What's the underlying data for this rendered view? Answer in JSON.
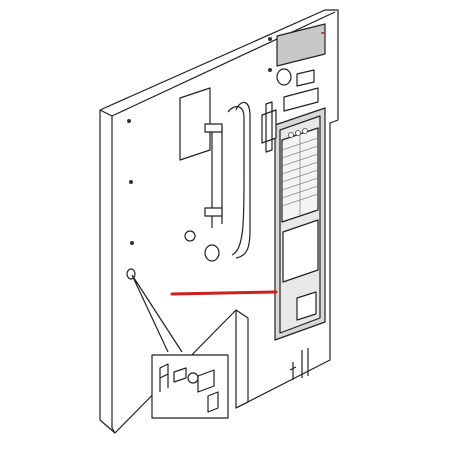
{
  "diagram": {
    "kind": "exploded-view line drawing",
    "labels": [],
    "colors": {
      "line": "#222222",
      "panel_fill": "#ffffff",
      "grey_panel": "#c8c8c8",
      "grey_panel_light": "#e2e2e2",
      "highlight": "#cc1f1f"
    },
    "parts": [
      "side-panel",
      "door-panel",
      "selection-button-panel",
      "coin-mechanism-window",
      "hose-assembly",
      "lock-assembly-inset"
    ]
  }
}
